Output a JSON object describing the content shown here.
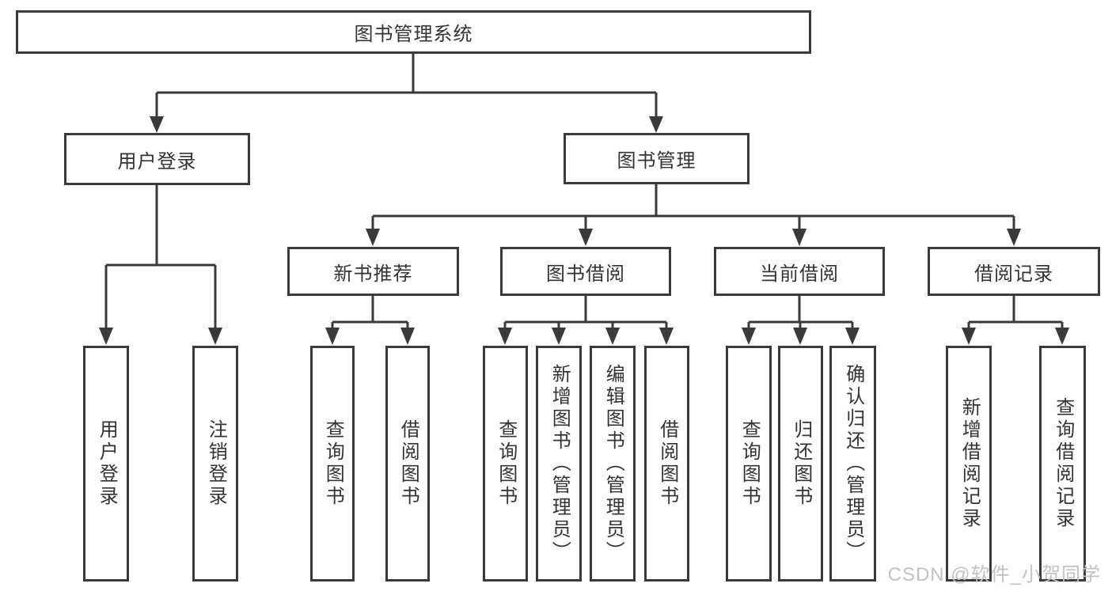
{
  "colors": {
    "line": "#3a3a3a",
    "text": "#333333",
    "background": "#ffffff",
    "watermark": "#c2c2c2"
  },
  "tree": {
    "root": {
      "label": "图书管理系统",
      "children": [
        {
          "label": "用户登录",
          "children": [
            {
              "label": "用户登录"
            },
            {
              "label": "注销登录"
            }
          ]
        },
        {
          "label": "图书管理",
          "children": [
            {
              "label": "新书推荐",
              "children": [
                {
                  "label": "查询图书"
                },
                {
                  "label": "借阅图书"
                }
              ]
            },
            {
              "label": "图书借阅",
              "children": [
                {
                  "label": "查询图书"
                },
                {
                  "label": "新增图书（管理员）"
                },
                {
                  "label": "编辑图书（管理员）"
                },
                {
                  "label": "借阅图书"
                }
              ]
            },
            {
              "label": "当前借阅",
              "children": [
                {
                  "label": "查询图书"
                },
                {
                  "label": "归还图书"
                },
                {
                  "label": "确认归还（管理员）"
                }
              ]
            },
            {
              "label": "借阅记录",
              "children": [
                {
                  "label": "新增借阅记录"
                },
                {
                  "label": "查询借阅记录"
                }
              ]
            }
          ]
        }
      ]
    }
  },
  "watermark": {
    "text": "CSDN @软件_小贺同学"
  }
}
